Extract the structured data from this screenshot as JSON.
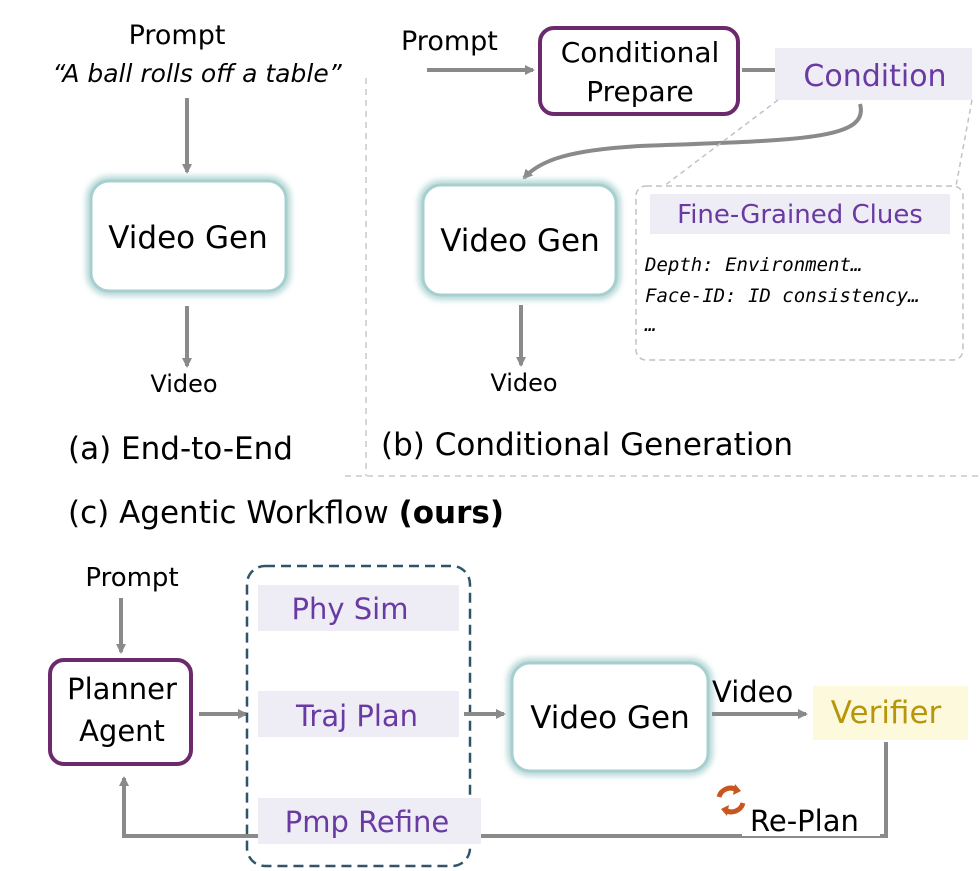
{
  "panel_a": {
    "prompt_label": "Prompt",
    "prompt_text": "“A ball rolls off a table”",
    "model_label": "Video Gen",
    "output_label": "Video",
    "caption": "(a) End-to-End"
  },
  "panel_b": {
    "prompt_label": "Prompt",
    "prepare_line1": "Conditional",
    "prepare_line2": "Prepare",
    "condition_label": "Condition",
    "model_label": "Video Gen",
    "output_label": "Video",
    "clues_title": "Fine-Grained Clues",
    "clues": [
      "Depth: Environment…",
      "Face-ID: ID consistency…",
      "…"
    ],
    "caption": "(b) Conditional Generation"
  },
  "panel_c": {
    "caption_prefix": "(c) Agentic Workflow ",
    "caption_bold": "(ours)",
    "prompt_label": "Prompt",
    "planner_line1": "Planner",
    "planner_line2": "Agent",
    "tools": [
      "Phy Sim",
      "Traj Plan",
      "Pmp Refine"
    ],
    "model_label": "Video Gen",
    "video_label": "Video",
    "verifier_label": "Verifier",
    "replan_label": "Re-Plan"
  },
  "colors": {
    "arrow": "#8a8a8a",
    "purple_border": "#6b2a6b",
    "purple_text": "#6a3aa3",
    "tool_fill": "#eeecf5",
    "verifier_fill": "#fdf9dc",
    "verifier_text": "#b8960c",
    "glow_border": "#b8d8d8",
    "dashed_group": "#2f5568",
    "replan_icon": "#c8561e"
  },
  "icons": {
    "replan": "refresh-cycle-icon"
  }
}
